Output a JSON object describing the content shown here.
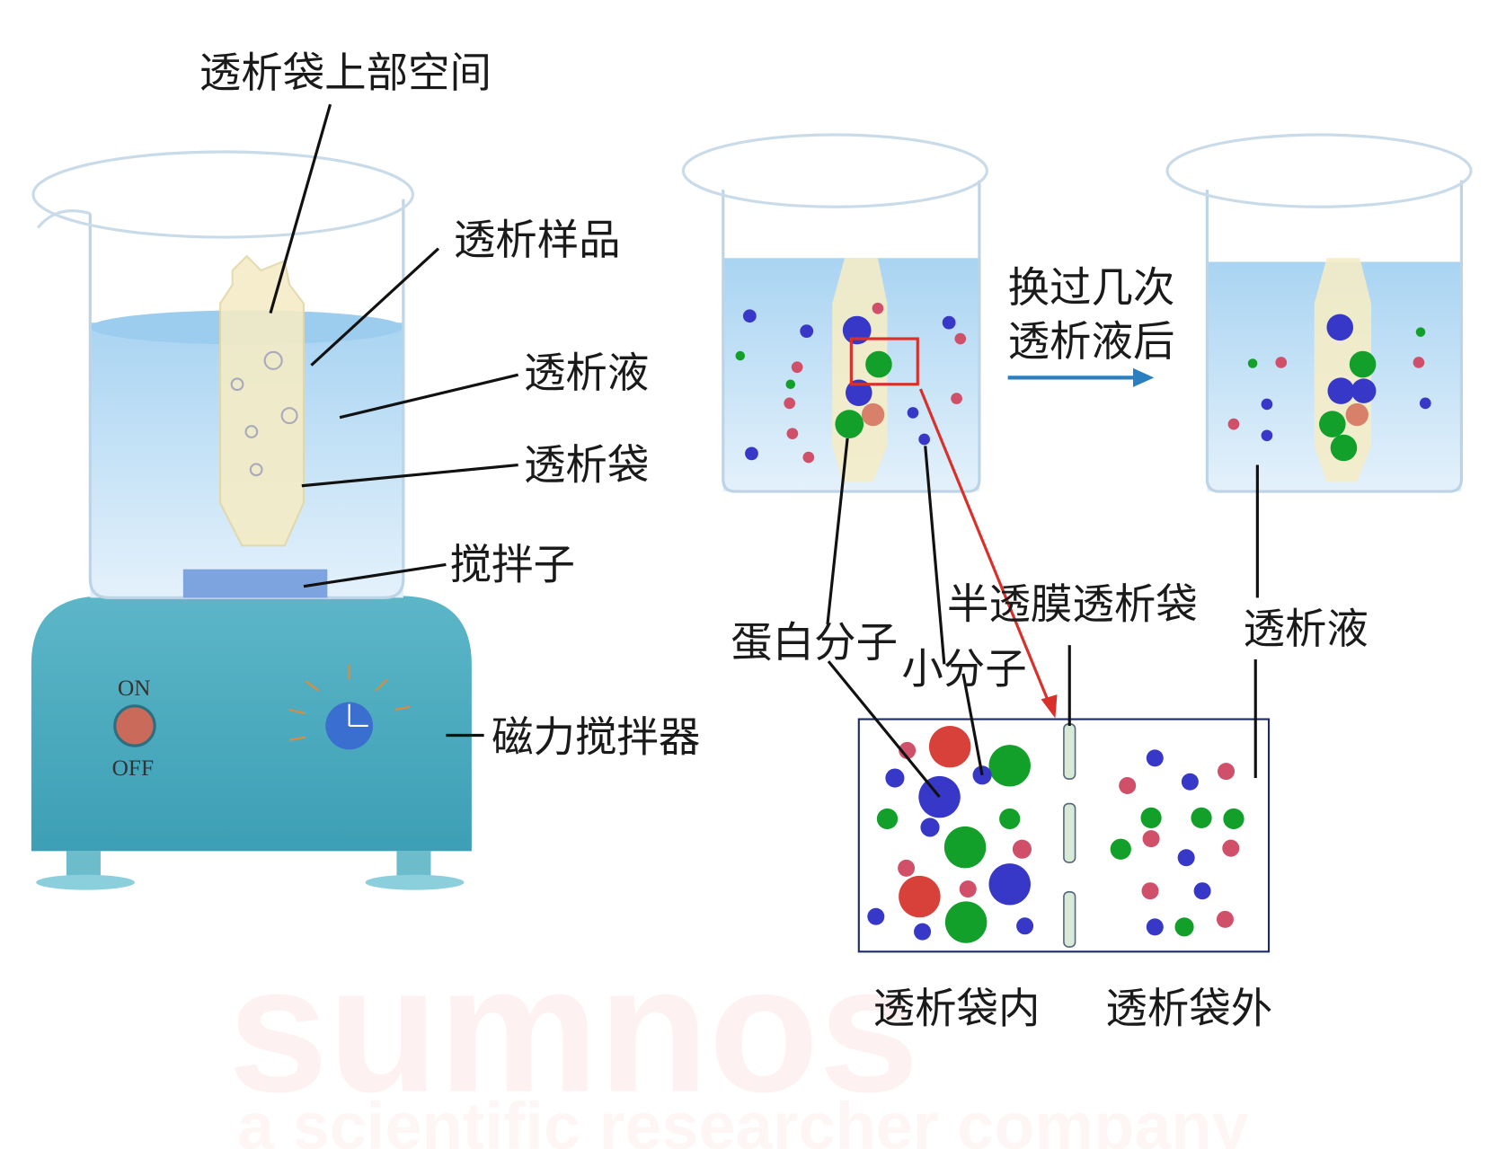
{
  "left_setup": {
    "labels": {
      "bag_headspace": "透析袋上部空间",
      "sample": "透析样品",
      "dialysate": "透析液",
      "bag": "透析袋",
      "stir_bar": "搅拌子",
      "stirrer": "磁力搅拌器"
    },
    "switch_on": "ON",
    "switch_off": "OFF"
  },
  "right_setup": {
    "change_line1": "换过几次",
    "change_line2": "透析液后",
    "membrane_bag": "半透膜透析袋",
    "dialysate": "透析液",
    "protein": "蛋白分子",
    "small_molecule": "小分子",
    "inside_bag": "透析袋内",
    "outside_bag": "透析袋外"
  },
  "watermark": {
    "brand": "sumnos",
    "tagline": "a scientific researcher company"
  },
  "colors": {
    "liquid": "#cfe6f7",
    "base": "#4aa9bd",
    "arrow": "#2a7fc0",
    "highlight": "#d9302c",
    "red": "#d8403a",
    "blue": "#3838c8",
    "green": "#12a02a",
    "pink": "#d0506a"
  }
}
